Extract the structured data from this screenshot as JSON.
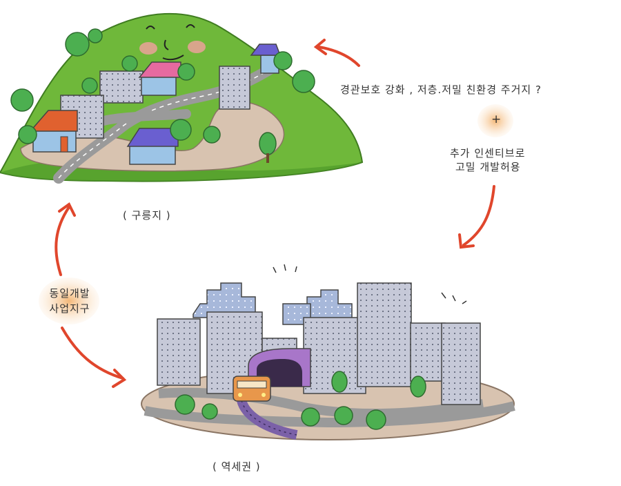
{
  "labels": {
    "headline": "경관보호 강화 , 저층.저밀 친환경 주거지 ?",
    "plus": "+",
    "incentive_line1": "추가 인센티브로",
    "incentive_line2": "고밀 개발허용",
    "hill_caption": "( 구릉지 )",
    "station_caption": "( 역세권 )",
    "joint_line1": "동일개발",
    "joint_line2": "사업지구"
  },
  "colors": {
    "arrow": "#e0462c",
    "hill": "#6fb83a",
    "hill_dark": "#4f9a2a",
    "road": "#9a9a9a",
    "ground": "#d8c3b0",
    "building": "#c4c7d6",
    "building_back": "#a9b9d8",
    "tree": "#4caf50",
    "roof_purple": "#6a5fd0",
    "roof_pink": "#e66aa0",
    "roof_orange": "#e0612f",
    "tunnel": "#a876c9",
    "blob": "#f6d2a8"
  },
  "icons": [
    "arrow-icon",
    "face-icon",
    "tree-icon",
    "train-icon",
    "house-icon",
    "building-icon"
  ]
}
